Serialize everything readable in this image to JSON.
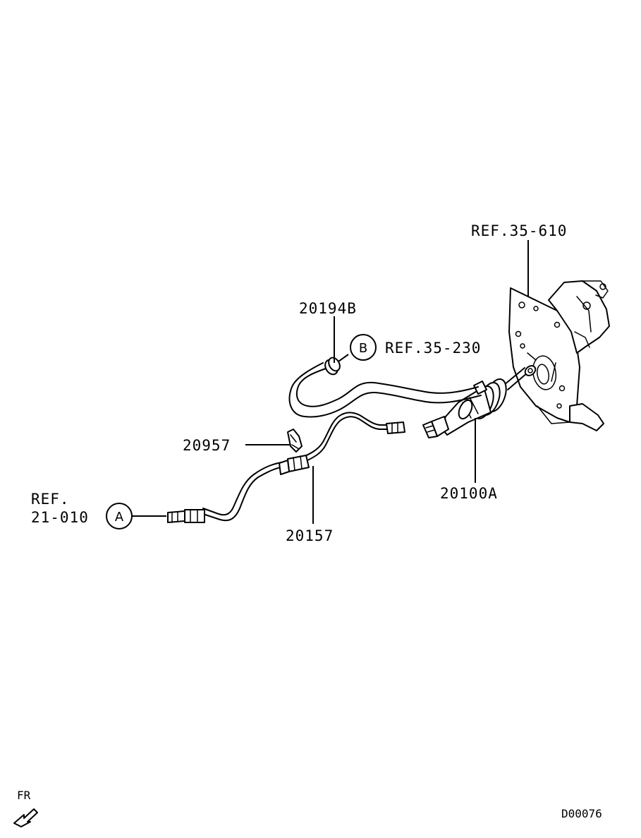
{
  "labels": {
    "ref_35_610": "REF.35-610",
    "part_20194b": "20194B",
    "callout_b": "B",
    "ref_35_230": "REF.35-230",
    "part_20957": "20957",
    "ref_21_010_line1": "REF.",
    "ref_21_010_line2": "21-010",
    "callout_a": "A",
    "part_20157": "20157",
    "part_20100a": "20100A",
    "direction": "FR",
    "diagram_code": "D00076"
  }
}
